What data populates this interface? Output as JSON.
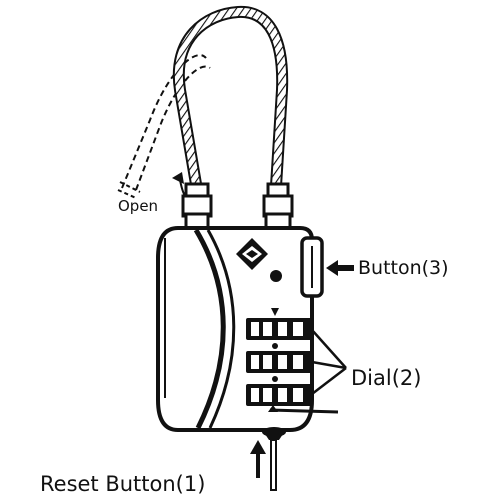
{
  "labels": {
    "open": "Open",
    "button3": "Button(3)",
    "dial": "Dial(2)",
    "reset": "Reset Button(1)"
  },
  "colors": {
    "ink": "#111111",
    "background": "#ffffff"
  }
}
